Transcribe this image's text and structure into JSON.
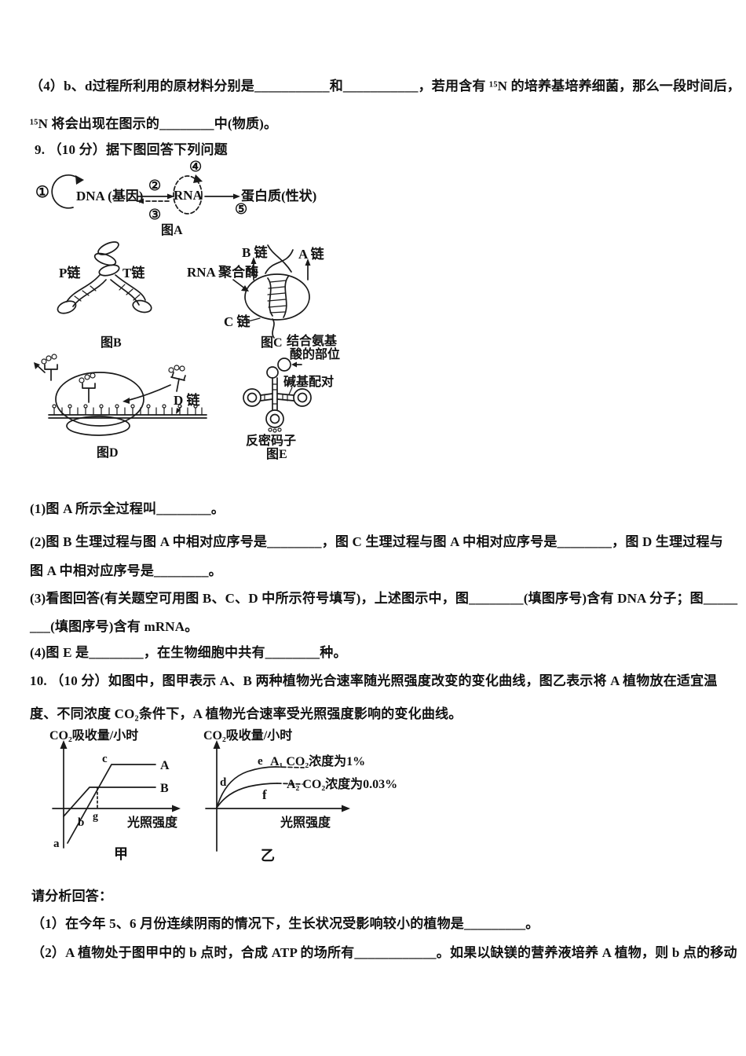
{
  "document": {
    "q8_part4": {
      "line1": "（4）b、d过程所利用的原材料分别是___________和___________，若用含有 ¹⁵N 的培养基培养细菌，那么一段时间后，",
      "line2": "¹⁵N 将会出现在图示的________中(物质)。"
    },
    "q9": {
      "header": "9. （10 分）据下图回答下列问题",
      "figures": {
        "figA": {
          "num1": "①",
          "num2": "②",
          "num3": "③",
          "num4": "④",
          "num5": "⑤",
          "dna": "DNA (基因)",
          "rna": "RNA",
          "protein": "蛋白质(性状)",
          "caption": "图A"
        },
        "figB": {
          "p_chain": "P链",
          "t_chain": "T链",
          "caption": "图B"
        },
        "figC": {
          "b_chain": "B 链",
          "a_chain": "A 链",
          "enzyme": "RNA 聚合酶",
          "c_chain": "C 链",
          "caption": "图C"
        },
        "figD": {
          "d_chain": "D 链",
          "caption": "图D"
        },
        "figE": {
          "amino_site_line1": "结合氨基",
          "amino_site_line2": "酸的部位",
          "base_pairing": "碱基配对",
          "anticodon": "反密码子",
          "caption": "图E"
        }
      },
      "sub1": "(1)图 A 所示全过程叫________。",
      "sub2_line1": "(2)图 B 生理过程与图 A 中相对应序号是________，图 C 生理过程与图 A 中相对应序号是________，图 D 生理过程与",
      "sub2_line2": "图 A 中相对应序号是________。",
      "sub3_line1": "(3)看图回答(有关题空可用图 B、C、D 中所示符号填写)，上述图示中，图________(填图序号)含有 DNA 分子；图_____",
      "sub3_line2": "___(填图序号)含有 mRNA。",
      "sub4": "(4)图 E 是________，在生物细胞中共有________种。"
    },
    "q10": {
      "header_line1": "10. （10 分）如图中，图甲表示 A、B 两种植物光合速率随光照强度改变的变化曲线，图乙表示将 A 植物放在适宜温",
      "header_line2": "度、不同浓度 CO₂条件下，A 植物光合速率受光照强度影响的变化曲线。",
      "graph_jia": {
        "ylabel": "CO₂吸收量/小时",
        "xlabel": "光照强度",
        "curve_a_label": "A",
        "curve_b_label": "B",
        "point_a": "a",
        "point_b": "b",
        "point_c": "c",
        "point_g": "g",
        "caption": "甲"
      },
      "graph_yi": {
        "ylabel": "CO₂吸收量/小时",
        "xlabel": "光照强度",
        "point_d": "d",
        "point_e": "e",
        "point_f": "f",
        "legend1": "A₁ CO₂浓度为1%",
        "legend2": "A₂ CO₂浓度为0.03%",
        "caption": "乙"
      },
      "prompt": "请分析回答：",
      "sub1": "（1）在今年 5、6 月份连续阴雨的情况下，生长状况受影响较小的植物是_________。",
      "sub2": "（2）A 植物处于图甲中的 b 点时，合成 ATP 的场所有____________。如果以缺镁的营养液培养 A 植物，则 b 点的移动"
    }
  },
  "chart_data": [
    {
      "type": "line",
      "title": "甲",
      "xlabel": "光照强度",
      "ylabel": "CO₂吸收量/小时",
      "axes_numeric": false,
      "series": [
        {
          "name": "A",
          "shape": "自y轴下方负值点a起线性上升，经b点越过横轴，到c点后水平饱和于较高水平"
        },
        {
          "name": "B",
          "shape": "自y轴略低于横轴处起线性上升，较早水平饱和于较低水平"
        }
      ],
      "annotations": [
        "a",
        "b",
        "c",
        "g(虚线与横轴交点)"
      ]
    },
    {
      "type": "line",
      "title": "乙",
      "xlabel": "光照强度",
      "ylabel": "CO₂吸收量/小时",
      "axes_numeric": false,
      "series": [
        {
          "name": "A₁ CO₂浓度为1%",
          "shape": "由原点快速上升后饱和于较高水平，d点在上升段，e点近饱和处"
        },
        {
          "name": "A₂ CO₂浓度为0.03%",
          "shape": "由原点上升后饱和于较低水平，f点位于曲线下方"
        }
      ],
      "annotations": [
        "d",
        "e",
        "f"
      ]
    }
  ]
}
